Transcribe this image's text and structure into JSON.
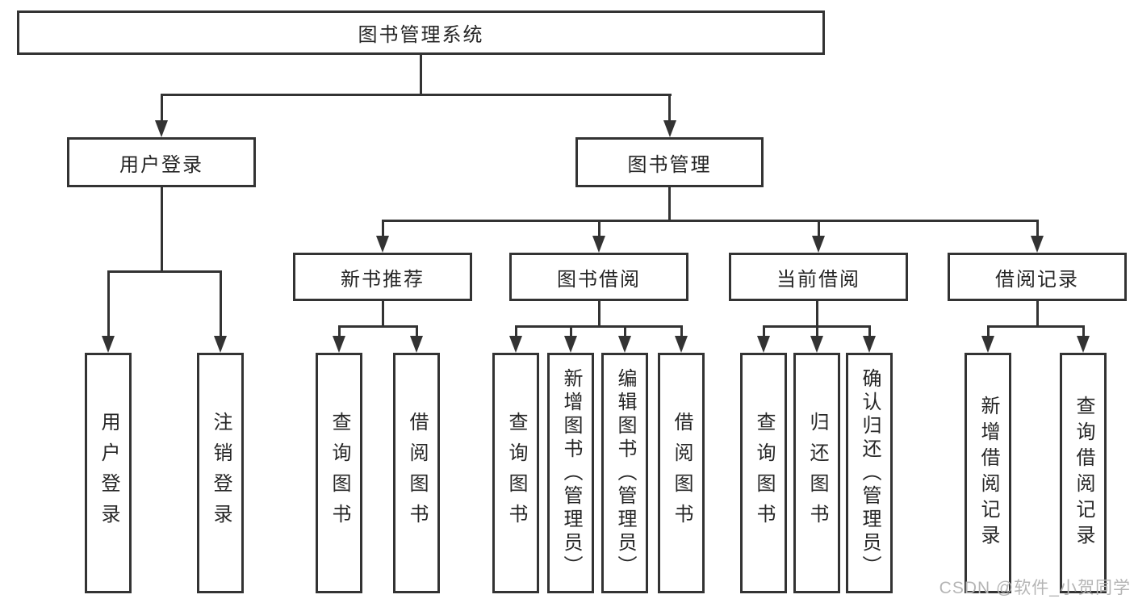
{
  "tree": {
    "root": "图书管理系统",
    "branches": [
      {
        "label": "用户登录",
        "children": [
          "用户登录",
          "注销登录"
        ]
      },
      {
        "label": "图书管理",
        "groups": [
          {
            "label": "新书推荐",
            "children": [
              "查询图书",
              "借阅图书"
            ]
          },
          {
            "label": "图书借阅",
            "children": [
              "查询图书",
              "新增图书（管理员）",
              "编辑图书（管理员）",
              "借阅图书"
            ]
          },
          {
            "label": "当前借阅",
            "children": [
              "查询图书",
              "归还图书",
              "确认归还（管理员）"
            ]
          },
          {
            "label": "借阅记录",
            "children": [
              "新增借阅记录",
              "查询借阅记录"
            ]
          }
        ]
      }
    ]
  },
  "watermark": "CSDN @软件_小贺同学",
  "colors": {
    "line": "#333333",
    "text": "#262626",
    "background": "#ffffff",
    "watermark": "#b5b5b5"
  }
}
